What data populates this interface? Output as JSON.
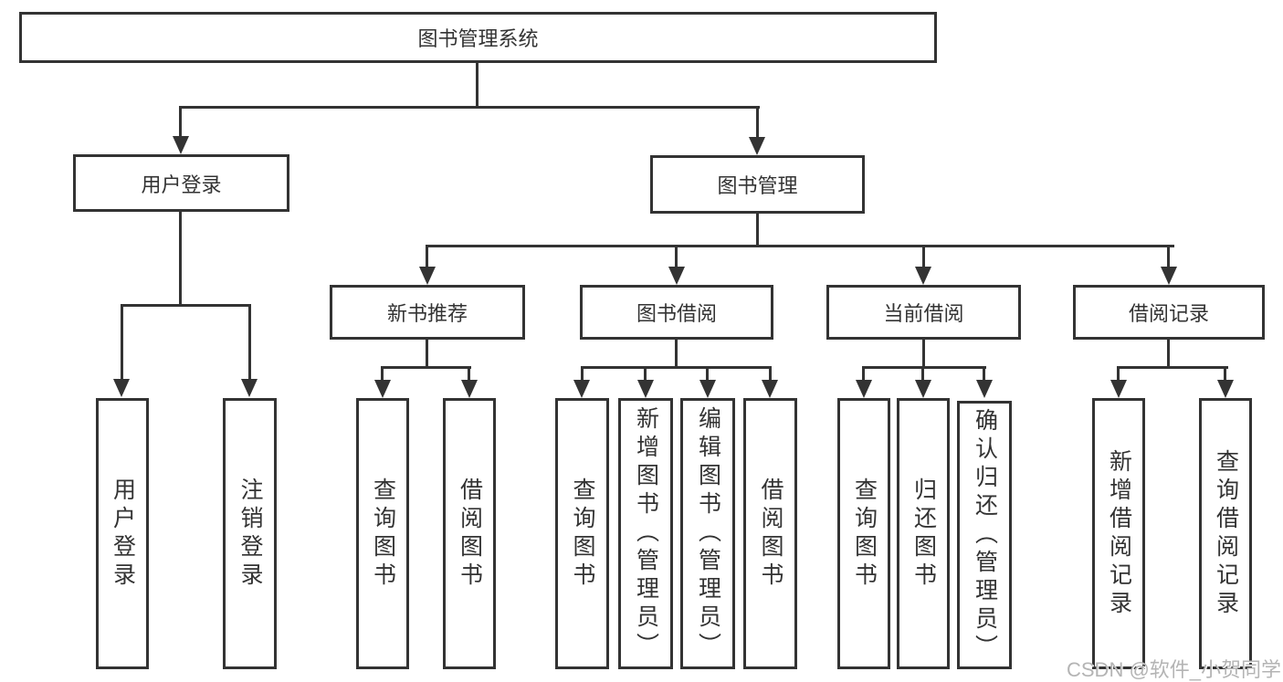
{
  "diagram": {
    "root": {
      "label": "图书管理系统"
    },
    "children": [
      {
        "label": "用户登录",
        "children": [
          {
            "label": "用户登录"
          },
          {
            "label": "注销登录"
          }
        ]
      },
      {
        "label": "图书管理",
        "children": [
          {
            "label": "新书推荐",
            "children": [
              {
                "label": "查询图书"
              },
              {
                "label": "借阅图书"
              }
            ]
          },
          {
            "label": "图书借阅",
            "children": [
              {
                "label": "查询图书"
              },
              {
                "label": "新增图书（管理员）"
              },
              {
                "label": "编辑图书（管理员）"
              },
              {
                "label": "借阅图书"
              }
            ]
          },
          {
            "label": "当前借阅",
            "children": [
              {
                "label": "查询图书"
              },
              {
                "label": "归还图书"
              },
              {
                "label": "确认归还（管理员）"
              }
            ]
          },
          {
            "label": "借阅记录",
            "children": [
              {
                "label": "新增借阅记录"
              },
              {
                "label": "查询借阅记录"
              }
            ]
          }
        ]
      }
    ]
  },
  "watermark": {
    "text": "CSDN @软件_小贺同学",
    "color": "#b4b4b4"
  },
  "colors": {
    "line": "#333333",
    "box_border": "#333333",
    "box_background": "#ffffff",
    "text": "#333333"
  }
}
